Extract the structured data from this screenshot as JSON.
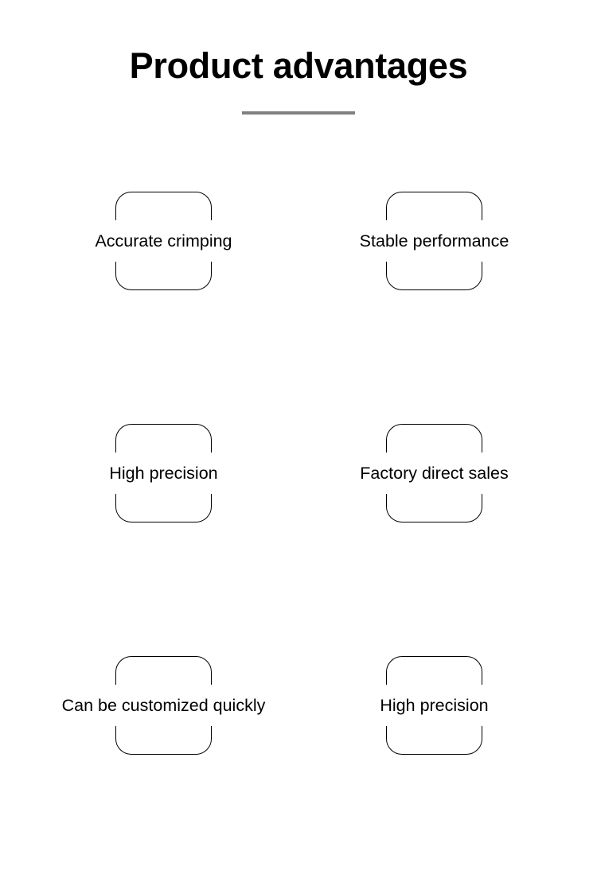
{
  "header": {
    "title": "Product advantages",
    "divider_color": "#808080"
  },
  "theme": {
    "background": "#ffffff",
    "text_color": "#000000",
    "box_border_color": "#000000",
    "accent_gray": "#808080"
  },
  "advantages": {
    "rows": [
      {
        "cells": [
          {
            "label": "Accurate crimping"
          },
          {
            "label": "Stable performance"
          }
        ]
      },
      {
        "cells": [
          {
            "label": "High precision"
          },
          {
            "label": "Factory direct sales"
          }
        ]
      },
      {
        "cells": [
          {
            "label": "Can be customized quickly"
          },
          {
            "label": "High precision"
          }
        ]
      }
    ]
  }
}
